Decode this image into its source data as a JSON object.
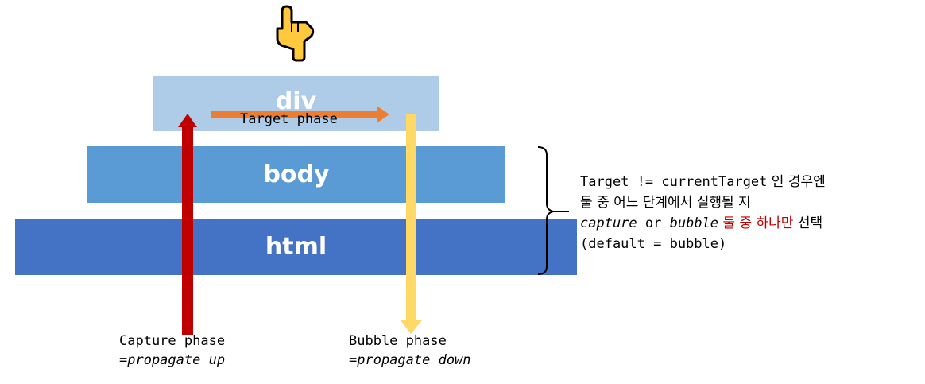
{
  "layers": {
    "div": "div",
    "body": "body",
    "html": "html"
  },
  "phases": {
    "target": "Target phase",
    "capture": "Capture phase",
    "capture_sub": "=propagate up",
    "bubble": "Bubble phase",
    "bubble_sub": "=propagate down"
  },
  "note": {
    "line1_code": "Target != currentTarget",
    "line1_kr": " 인 경우엔",
    "line2": "둘 중 어느 단계에서 실행될 지",
    "line3_capture": "capture",
    "line3_or": " or ",
    "line3_bubble": "bubble",
    "line3_highlight": " 둘 중 하나만",
    "line3_end": " 선택",
    "line4": "(default = bubble)"
  },
  "icons": {
    "pointer": "backhand-index-pointing-down-icon"
  },
  "colors": {
    "div_layer": "#aecce8",
    "body_layer": "#5b9bd5",
    "html_layer": "#4472c4",
    "capture_arrow": "#c00000",
    "bubble_arrow": "#ffd966",
    "target_arrow": "#ed7d31",
    "highlight_text": "#c00000"
  }
}
